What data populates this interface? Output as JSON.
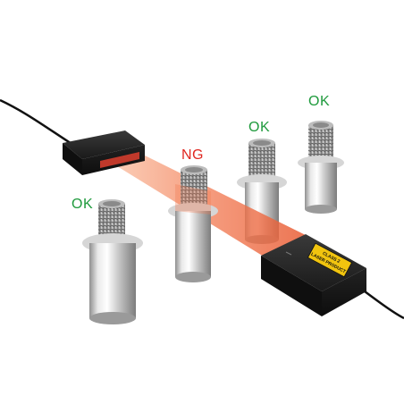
{
  "labels": [
    {
      "id": "ok-1",
      "text": "OK",
      "status": "ok"
    },
    {
      "id": "ng-2",
      "text": "NG",
      "status": "ng"
    },
    {
      "id": "ok-3",
      "text": "OK",
      "status": "ok"
    },
    {
      "id": "ok-4",
      "text": "OK",
      "status": "ok"
    }
  ],
  "colors": {
    "ok": "#1e9a3c",
    "ng": "#e0261f",
    "beam": "#f27a52",
    "emitter_window": "#c0392b",
    "warning_label": "#f1c40f",
    "sensor_body": "#1b1b1b",
    "cable": "#111111"
  },
  "warning_label": {
    "line1": "CLASS 2",
    "line2": "LASER PRODUCT"
  }
}
